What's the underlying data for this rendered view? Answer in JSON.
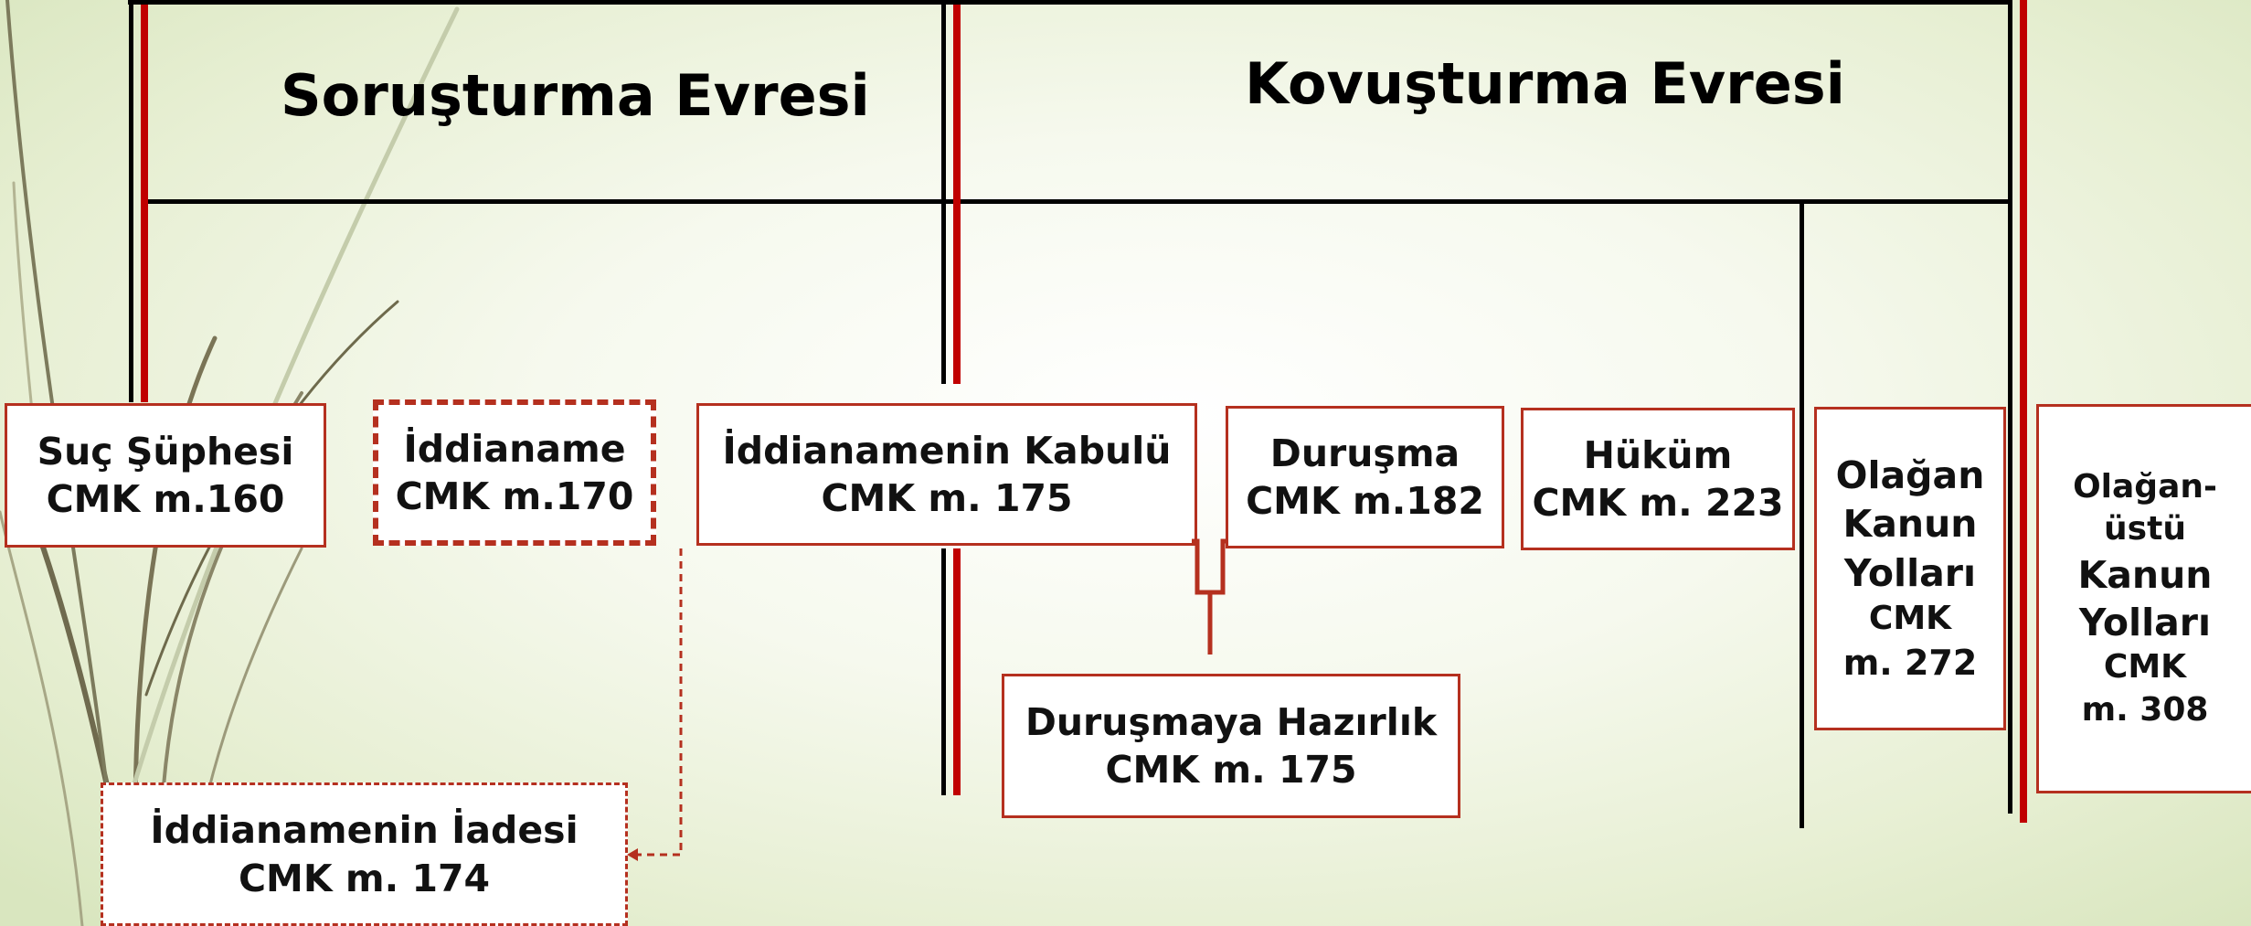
{
  "stages": {
    "investigation": "Soruşturma Evresi",
    "prosecution": "Kovuşturma Evresi"
  },
  "boxes": {
    "suc_suphesi": {
      "title": "Suç Şüphesi",
      "ref": "CMK m.160"
    },
    "iddianame": {
      "title": "İddianame",
      "ref": "CMK m.170"
    },
    "iddianame_iadesi": {
      "title": "İddianamenin İadesi",
      "ref": "CMK m. 174"
    },
    "iddianame_kabulu": {
      "title": "İddianamenin Kabulü",
      "ref": "CMK m. 175"
    },
    "durusmaya_hazirlik": {
      "title": "Duruşmaya Hazırlık",
      "ref": "CMK m. 175"
    },
    "durusma": {
      "title": "Duruşma",
      "ref": "CMK m.182"
    },
    "hukum": {
      "title": "Hüküm",
      "ref": "CMK m. 223"
    },
    "olagan_kanun_yollari": {
      "l1": "Olağan",
      "l2": "Kanun",
      "l3": "Yolları",
      "l4": "CMK",
      "l5": "m. 272"
    },
    "olaganustu_kanun_yollari": {
      "l1": "Olağan-",
      "l2": "üstü",
      "l3": "Kanun",
      "l4": "Yolları",
      "l5": "CMK",
      "l6": "m. 308"
    }
  },
  "colors": {
    "line": "#000000",
    "accent_red": "#c00000",
    "box_border": "#b5301f"
  }
}
